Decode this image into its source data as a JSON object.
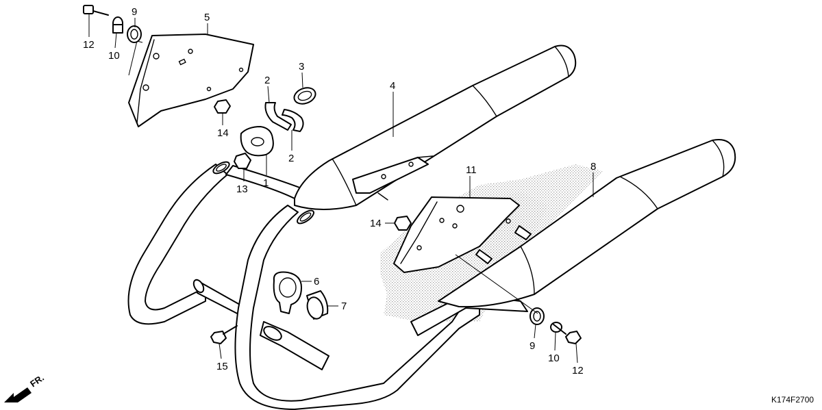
{
  "diagram_code": "K174F2700",
  "direction_label": "FR.",
  "callouts": {
    "c1": "1",
    "c2a": "2",
    "c2b": "2",
    "c3": "3",
    "c4": "4",
    "c5": "5",
    "c6": "6",
    "c7": "7",
    "c8": "8",
    "c9a": "9",
    "c9b": "9",
    "c10a": "10",
    "c10b": "10",
    "c11": "11",
    "c12a": "12",
    "c12b": "12",
    "c13": "13",
    "c14a": "14",
    "c14b": "14",
    "c15": "15"
  },
  "colors": {
    "line": "#000000",
    "background": "#ffffff",
    "stipple": "#bdbdbd"
  }
}
